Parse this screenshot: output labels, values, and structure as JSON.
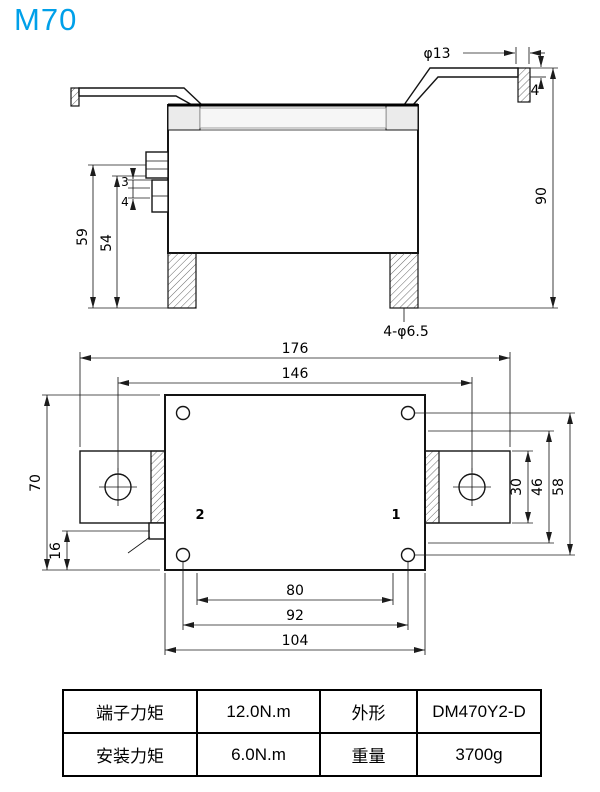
{
  "title": "M70",
  "accent_color": "#00a0e9",
  "side_view": {
    "dim_hole_dia": "φ13",
    "dim_strap_thickness": "4",
    "dim_overall_height": "90",
    "dim_height_59": "59",
    "dim_height_54": "54",
    "dim_small_3": "3",
    "dim_small_4": "4",
    "dim_foot_holes": "4-φ6.5"
  },
  "plan_view": {
    "dim_overall_width": "176",
    "dim_hole_center_width": "146",
    "dim_body_height": "70",
    "dim_notch_offset": "16",
    "dim_tab_width": "30",
    "dim_46": "46",
    "dim_hole_spacing_v": "58",
    "dim_80": "80",
    "dim_hole_spacing_h": "92",
    "dim_body_width": "104",
    "terminal_label_2": "2",
    "terminal_label_1": "1"
  },
  "table": {
    "rows": [
      {
        "cells": [
          "端子力矩",
          "12.0N.m",
          "外形",
          "DM470Y2-D"
        ]
      },
      {
        "cells": [
          "安装力矩",
          "6.0N.m",
          "重量",
          "3700g"
        ]
      }
    ]
  }
}
